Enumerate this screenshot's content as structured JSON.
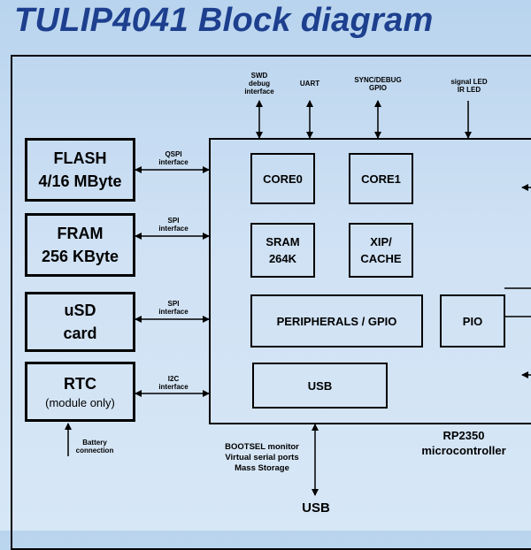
{
  "title": "TULIP4041 Block diagram",
  "external": {
    "flash": {
      "line1": "FLASH",
      "line2": "4/16 MByte"
    },
    "fram": {
      "line1": "FRAM",
      "line2": "256 KByte"
    },
    "usd": {
      "line1": "uSD",
      "line2": "card"
    },
    "rtc": {
      "line1": "RTC",
      "line2": "(module only)"
    }
  },
  "interfaces": {
    "qspi": {
      "line1": "QSPI",
      "line2": "interface"
    },
    "spi1": {
      "line1": "SPI",
      "line2": "interface"
    },
    "spi2": {
      "line1": "SPI",
      "line2": "interface"
    },
    "i2c": {
      "line1": "I2C",
      "line2": "interface"
    }
  },
  "top_labels": {
    "swd": {
      "line1": "SWD",
      "line2": "debug",
      "line3": "interface"
    },
    "uart": "UART",
    "sync": {
      "line1": "SYNC/DEBUG",
      "line2": "GPIO"
    },
    "led": {
      "line1": "signal LED",
      "line2": "IR LED"
    }
  },
  "internal": {
    "core0": "CORE0",
    "core1": "CORE1",
    "sram": {
      "line1": "SRAM",
      "line2": "264K"
    },
    "xip": {
      "line1": "XIP/",
      "line2": "CACHE"
    },
    "peripherals": "PERIPHERALS / GPIO",
    "pio": "PIO",
    "usb": "USB"
  },
  "mcu": {
    "line1": "RP2350",
    "line2": "microcontroller"
  },
  "battery": {
    "line1": "Battery",
    "line2": "connection"
  },
  "bottom": {
    "line1": "BOOTSEL monitor",
    "line2": "Virtual serial ports",
    "line3": "Mass Storage",
    "usb": "USB"
  }
}
